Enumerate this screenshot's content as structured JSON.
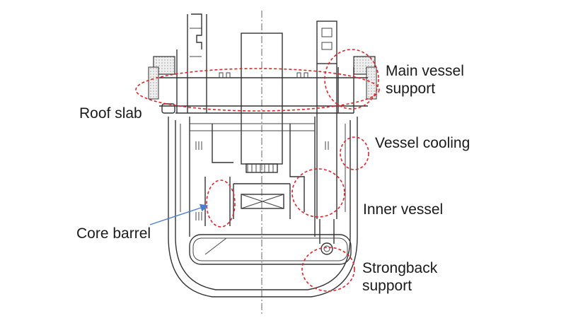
{
  "labels": {
    "roof_slab": "Roof slab",
    "main_vessel_support_line1": "Main vessel",
    "main_vessel_support_line2": "support",
    "vessel_cooling": "Vessel cooling",
    "inner_vessel": "Inner vessel",
    "core_barrel": "Core barrel",
    "strongback_support_line1": "Strongback",
    "strongback_support_line2": "support"
  },
  "colors": {
    "highlight": "#e0242a",
    "arrow": "#4a7fd0",
    "line": "#333333",
    "text": "#1a1a1a"
  }
}
